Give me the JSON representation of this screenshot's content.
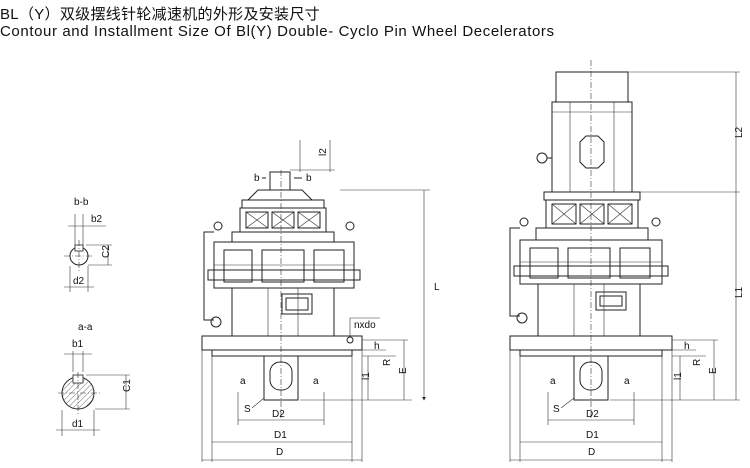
{
  "title": {
    "cn": "BL（Y）双级摆线针轮减速机的外形及安装尺寸",
    "en": "Contour and Installment Size Of Bl(Y) Double- Cyclo Pin Wheel Decelerators"
  },
  "labels": {
    "bb": "b-b",
    "b2": "b2",
    "c2": "C2",
    "d2": "d2",
    "aa": "a-a",
    "b1": "b1",
    "c1": "C1",
    "d1": "d1",
    "b": "b",
    "l2": "l2",
    "L": "L",
    "nxd0": "nxdo",
    "h": "h",
    "R": "R",
    "E": "E",
    "l1": "l1",
    "a": "a",
    "S": "S",
    "D2": "D2",
    "D1": "D1",
    "D": "D",
    "L2": "L2",
    "L1": "L1"
  }
}
